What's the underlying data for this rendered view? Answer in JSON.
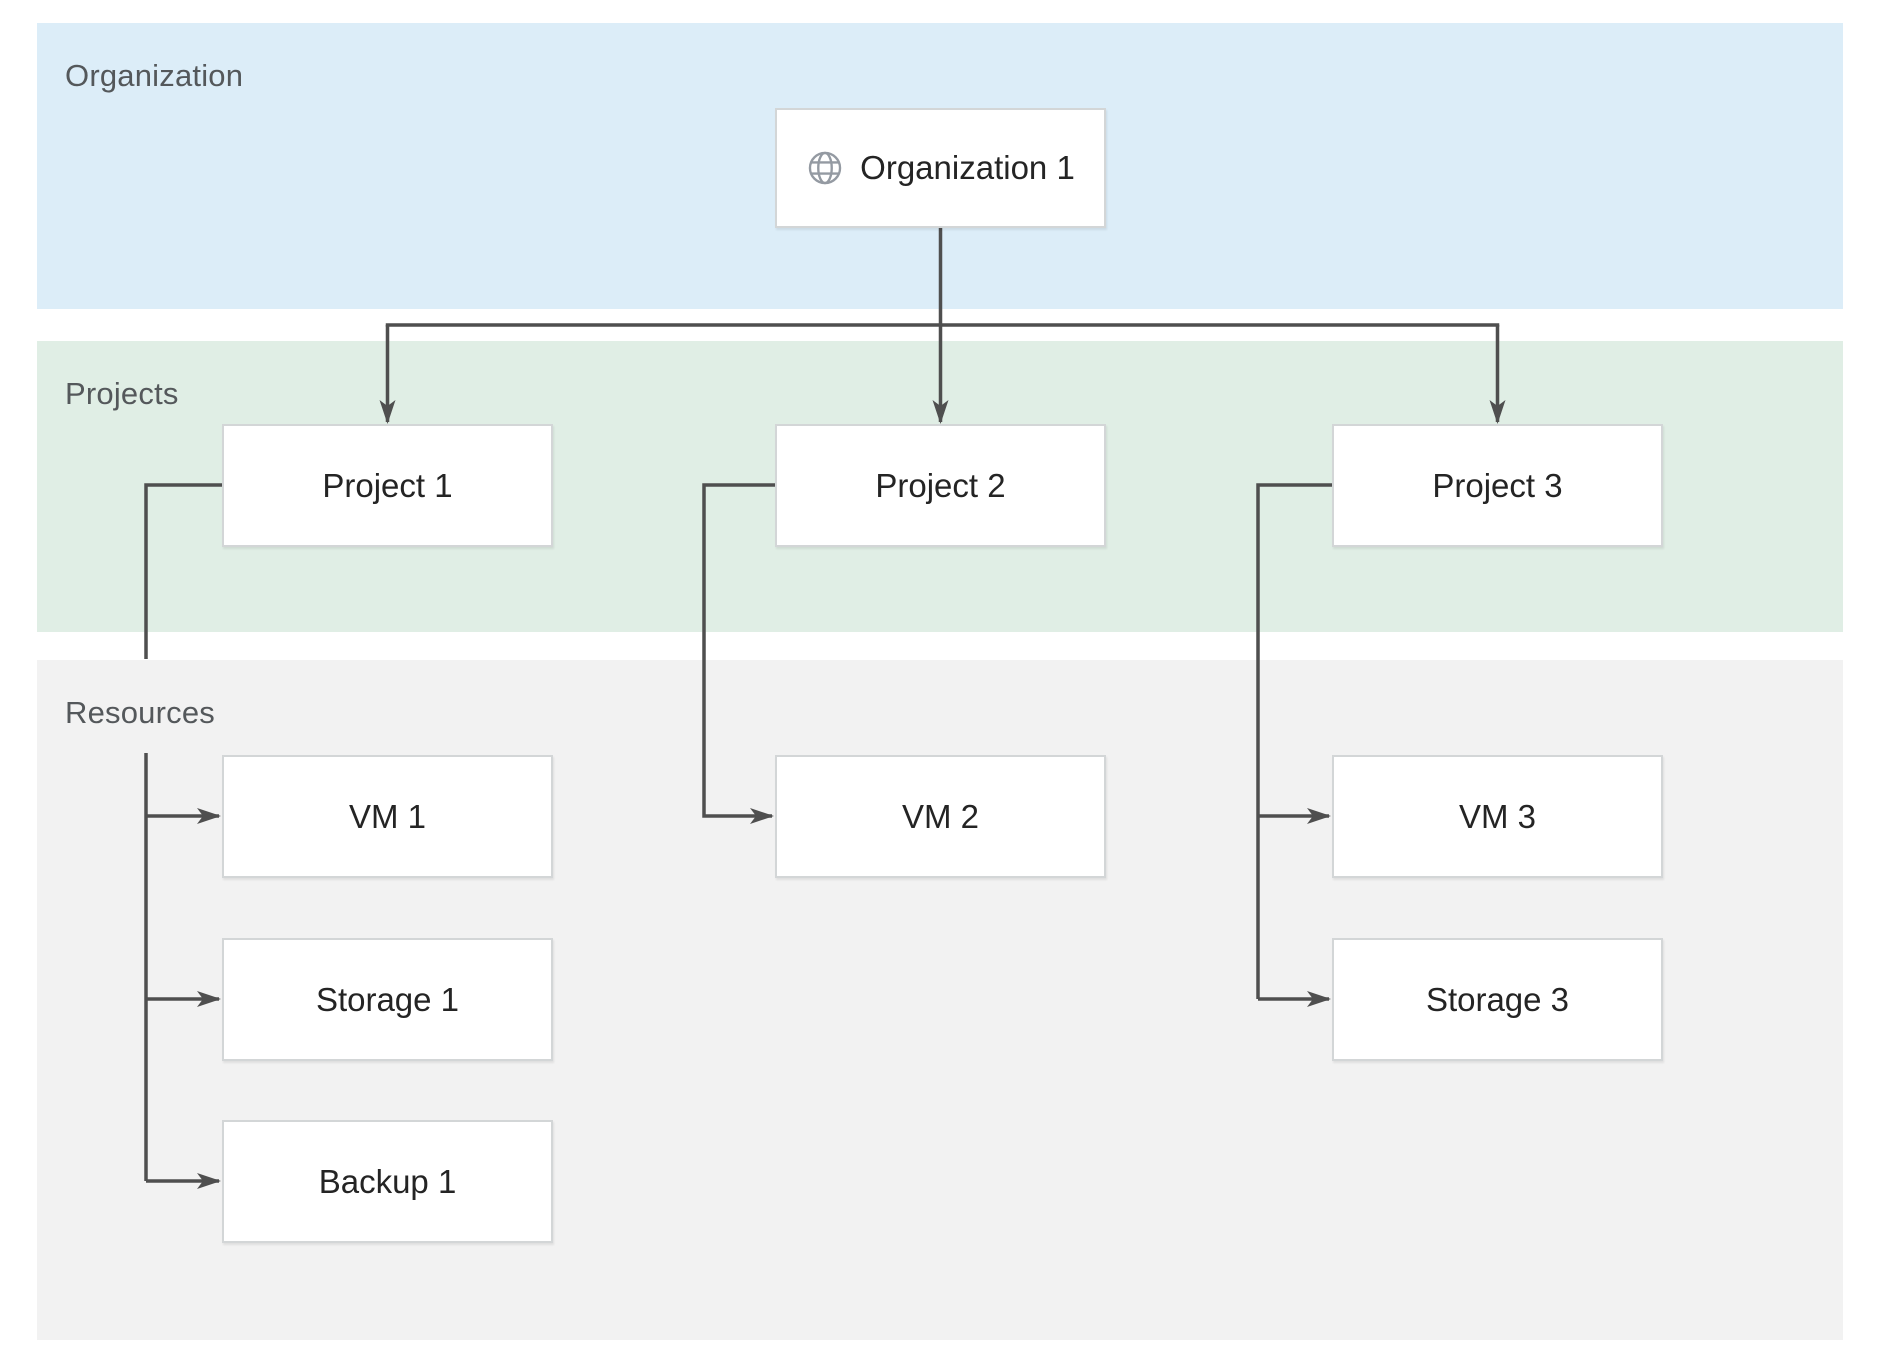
{
  "diagram_title": "",
  "bands": {
    "organization": {
      "label": "Organization",
      "fill": "#dcedf8"
    },
    "projects": {
      "label": "Projects",
      "fill": "#e0eee5"
    },
    "resources": {
      "label": "Resources",
      "fill": "#f2f2f2"
    }
  },
  "nodes": {
    "org1": {
      "label": "Organization 1",
      "icon": "globe-icon",
      "band": "organization"
    },
    "project1": {
      "label": "Project 1",
      "band": "projects"
    },
    "project2": {
      "label": "Project 2",
      "band": "projects"
    },
    "project3": {
      "label": "Project 3",
      "band": "projects"
    },
    "vm1": {
      "label": "VM 1",
      "band": "resources"
    },
    "vm2": {
      "label": "VM 2",
      "band": "resources"
    },
    "vm3": {
      "label": "VM 3",
      "band": "resources"
    },
    "storage1": {
      "label": "Storage 1",
      "band": "resources"
    },
    "storage3": {
      "label": "Storage 3",
      "band": "resources"
    },
    "backup1": {
      "label": "Backup 1",
      "band": "resources"
    }
  },
  "edges": [
    {
      "from": "org1",
      "to": "project1"
    },
    {
      "from": "org1",
      "to": "project2"
    },
    {
      "from": "org1",
      "to": "project3"
    },
    {
      "from": "project1",
      "to": "vm1"
    },
    {
      "from": "project1",
      "to": "storage1"
    },
    {
      "from": "project1",
      "to": "backup1"
    },
    {
      "from": "project2",
      "to": "vm2"
    },
    {
      "from": "project3",
      "to": "vm3"
    },
    {
      "from": "project3",
      "to": "storage3"
    }
  ],
  "colors": {
    "connector": "#4f4f4f",
    "box_border": "#d3d6d7",
    "box_fill": "#ffffff",
    "band_label_text": "#54585b",
    "node_label_text": "#242424",
    "globe_icon": "#949aa2"
  }
}
